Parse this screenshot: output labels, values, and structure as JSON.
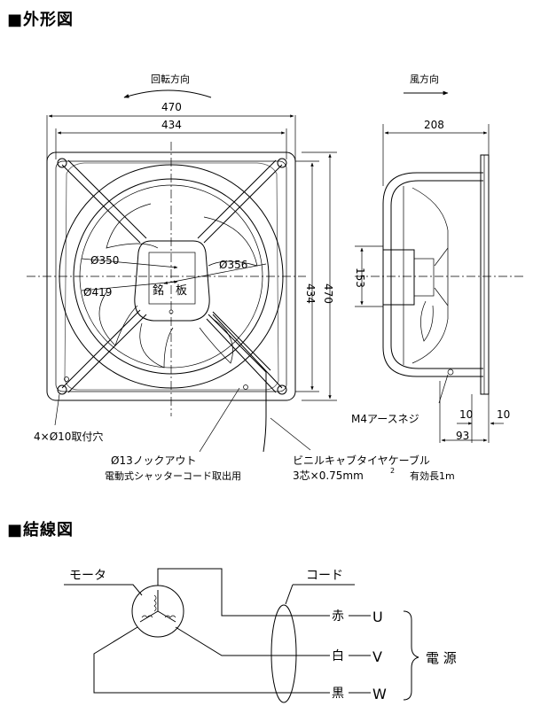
{
  "sections": {
    "outline_title": "■外形図",
    "wiring_title": "■結線図"
  },
  "front_view": {
    "rotation_label": "回転方向",
    "dim_470_top": "470",
    "dim_434_top": "434",
    "dim_434_side": "434",
    "dim_470_side": "470",
    "dia_350": "Ø350",
    "dia_356": "Ø356",
    "dia_419": "Ø419",
    "nameplate_1": "銘",
    "nameplate_2": "板",
    "mount_holes": "4×Ø10取付穴",
    "knockout_1": "Ø13ノックアウト",
    "knockout_2": "電動式シャッターコード取出用"
  },
  "side_view": {
    "wind_label": "風方向",
    "dim_208": "208",
    "dim_153": "153",
    "earth_screw": "M4アースネジ",
    "dim_10a": "10",
    "dim_10b": "10",
    "dim_93": "93",
    "cable_1": "ビニルキャブタイヤケーブル",
    "cable_2": "3芯×0.75mm",
    "cable_sup": "2",
    "cable_len": "有効長1m"
  },
  "wiring": {
    "motor_label": "モータ",
    "cord_label": "コード",
    "red": "赤",
    "white": "白",
    "black": "黒",
    "u": "U",
    "v": "V",
    "w": "W",
    "power": "電 源"
  }
}
